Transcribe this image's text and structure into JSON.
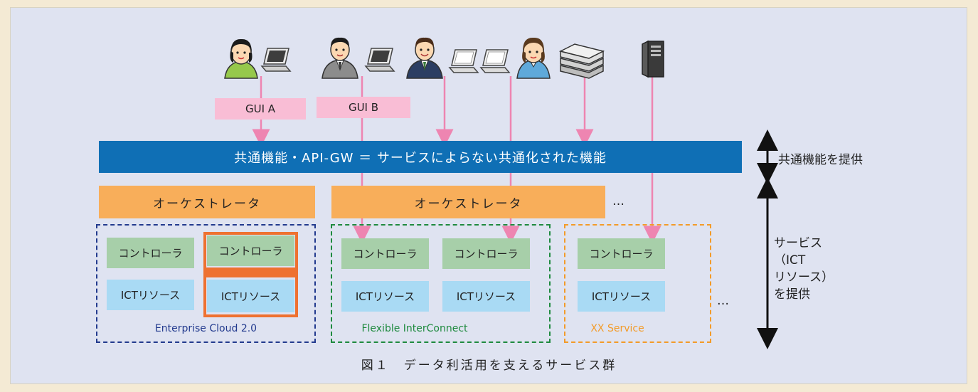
{
  "banner": {
    "text": "共通機能・API-GW ＝ サービスによらない共通化された機能"
  },
  "gui": {
    "a": "GUI A",
    "b": "GUI B"
  },
  "orchestrator": {
    "label": "オーケストレータ"
  },
  "cells": {
    "controller": "コントローラ",
    "resource": "ICTリソース"
  },
  "groups": [
    {
      "label": "Enterprise Cloud 2.0",
      "color": "#223a8e"
    },
    {
      "label": "Flexible InterConnect",
      "color": "#1e8a3e"
    },
    {
      "label": "XX Service",
      "color": "#f39b28"
    }
  ],
  "ellipsis": "…",
  "right_labels": {
    "common": "共通機能を提供",
    "service_lines": [
      "サービス",
      "（ICT",
      "リソース）",
      "を提供"
    ]
  },
  "caption": "図１　データ利活用を支えるサービス群",
  "colors": {
    "arrow": "#ee85b1",
    "banner": "#0f6fb5",
    "orchestrator": "#f8ae5a",
    "controller": "#a7cfa9",
    "resource": "#a9daf4",
    "highlight": "#ee7130"
  }
}
